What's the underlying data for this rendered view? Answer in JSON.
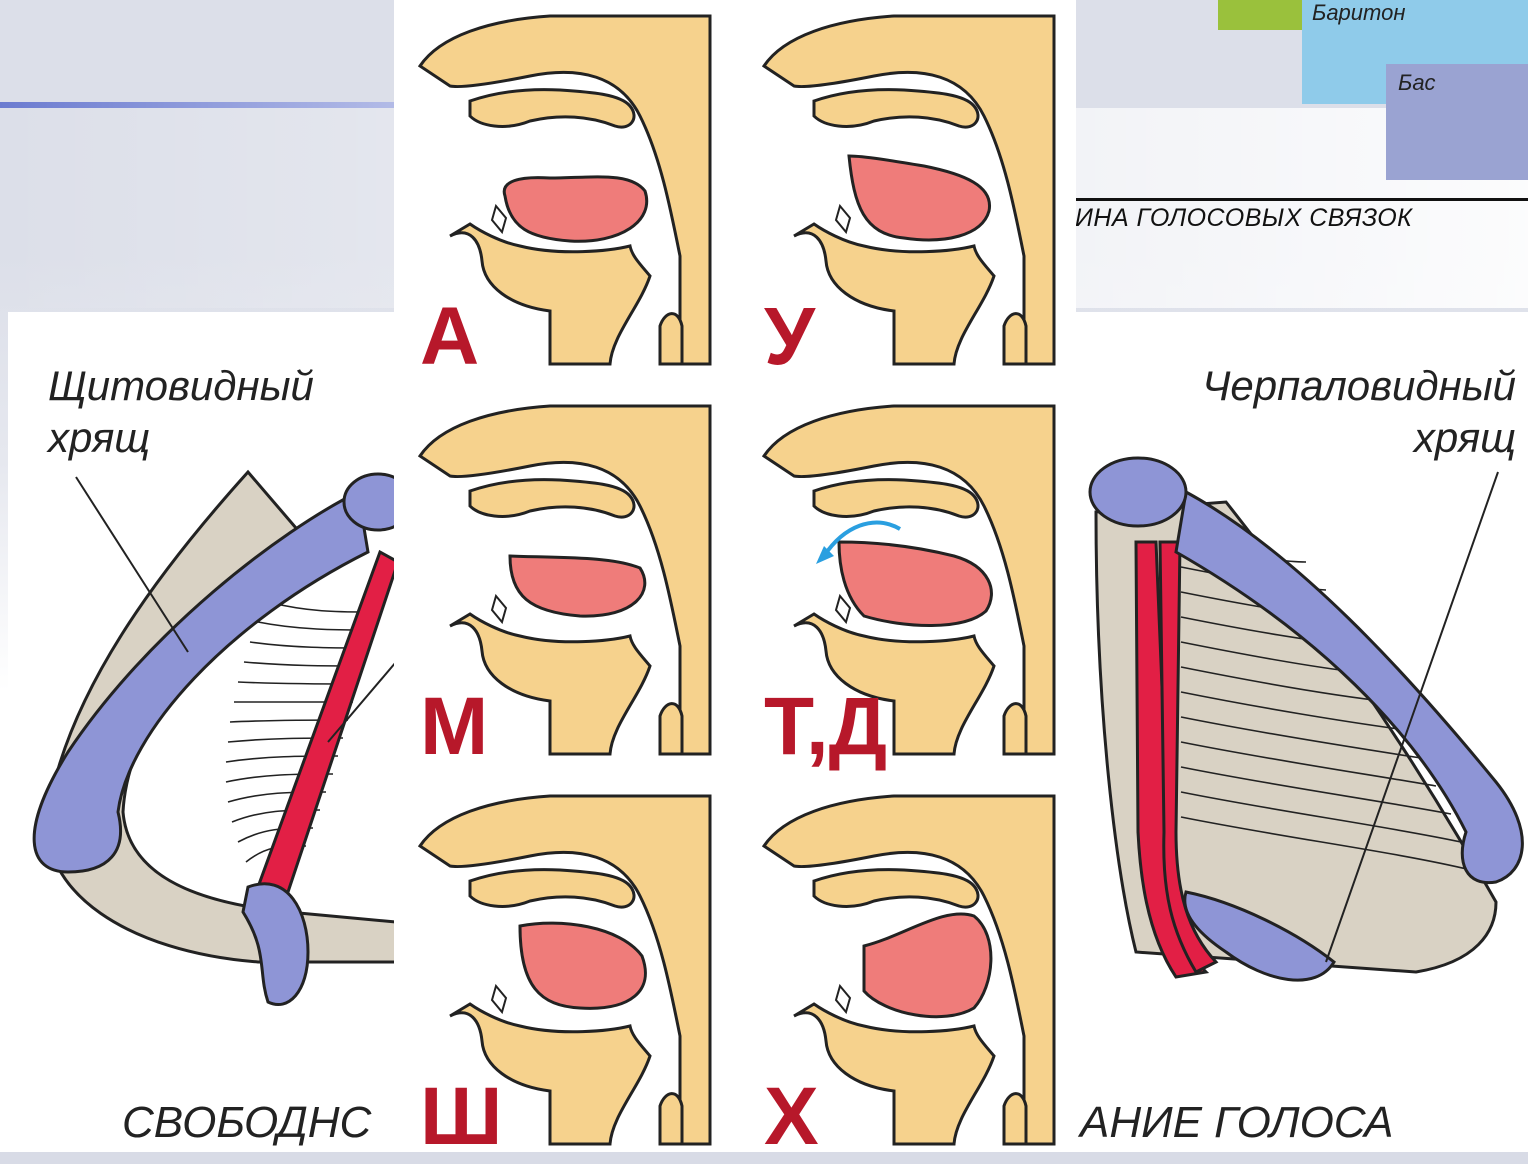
{
  "voice_chart": {
    "labels": [
      "Баритон",
      "Бас"
    ],
    "colors": [
      "#9ac13c",
      "#8fcbea",
      "#9aa3d2"
    ],
    "axis_label": "ИНА ГОЛОСОВЫХ СВЯЗОК"
  },
  "larynx_left": {
    "label": "Щитовидный хрящ",
    "caption": "СВОБОДНС",
    "colors": {
      "cartilage": "#8e95d6",
      "tissue": "#d9d2c4",
      "cord": "#e21f45"
    }
  },
  "larynx_right": {
    "label": "Черпаловидный хрящ",
    "caption": "АНИЕ ГОЛОСА"
  },
  "articulation": {
    "colors": {
      "head": "#f6d28d",
      "tongue": "#ef7c7a",
      "letter": "#b7182a",
      "arrow": "#2a9fe0"
    },
    "panels": [
      {
        "letter": "А"
      },
      {
        "letter": "У"
      },
      {
        "letter": "М"
      },
      {
        "letter": "Т,Д"
      },
      {
        "letter": "Ш"
      },
      {
        "letter": "Х"
      }
    ]
  }
}
